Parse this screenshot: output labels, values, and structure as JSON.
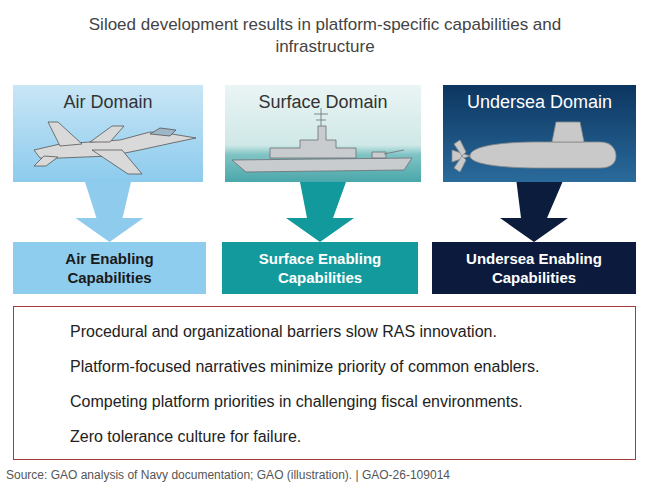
{
  "diagram": {
    "title": "Siloed development results in platform-specific capabilities and infrastructure",
    "caption": "Source: GAO analysis of Navy documentation; GAO (illustration).  |  GAO-26-109014",
    "nodes": [
      {
        "text": [
          "Air Domain"
        ]
      },
      {
        "text": [
          "Surface Domain"
        ]
      },
      {
        "text": [
          "Undersea Domain"
        ]
      },
      {
        "text": [
          "Air Enabling Capabilities"
        ]
      },
      {
        "text": [
          "Surface Enabling Capabilities"
        ]
      },
      {
        "text": [
          "Undersea Enabling Capabilities"
        ]
      },
      {
        "text": [
          "Procedural and organizational barriers slow RAS innovation.",
          "Platform-focused narratives minimize priority of common enablers.",
          "Competing platform priorities in challenging fiscal environments.",
          "Zero tolerance culture for failure."
        ]
      }
    ],
    "edges": [
      {
        "from": 0,
        "to": 3,
        "arrow": "to"
      },
      {
        "from": 1,
        "to": 4,
        "arrow": "to"
      },
      {
        "from": 2,
        "to": 5,
        "arrow": "to"
      }
    ]
  }
}
